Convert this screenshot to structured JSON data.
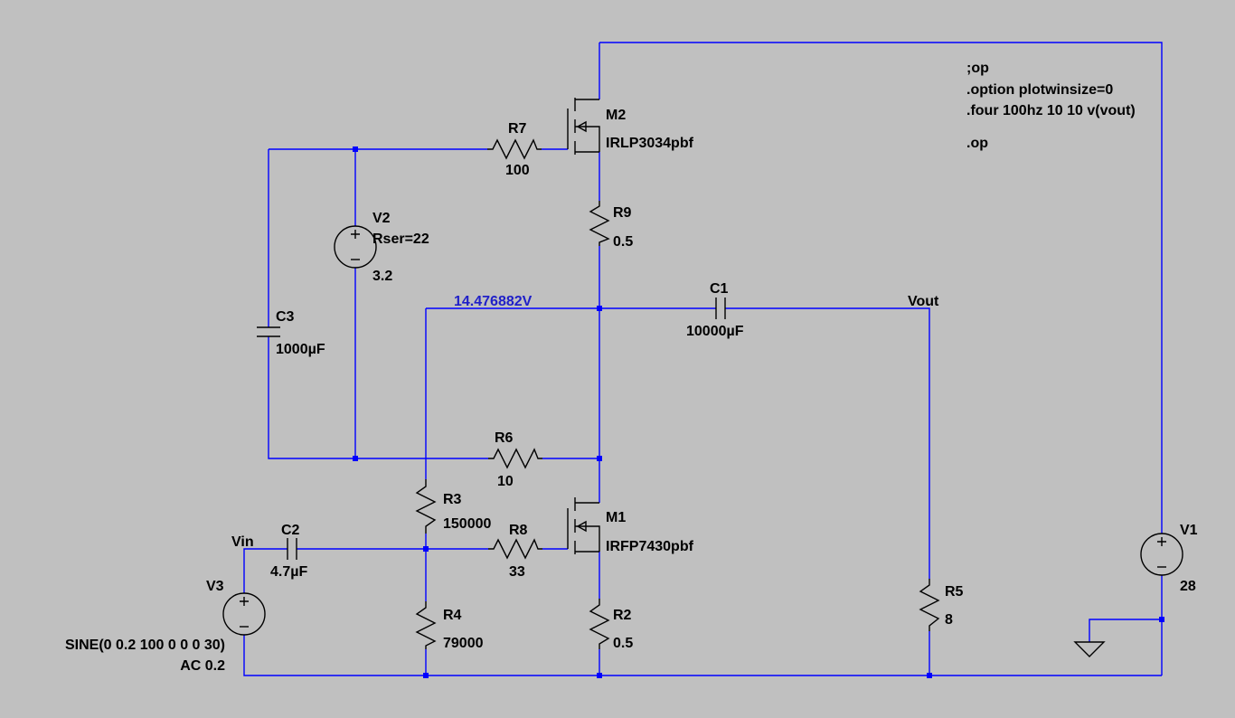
{
  "colors": {
    "background": "#c0c0c0",
    "wire": "#0000ff",
    "component": "#000000",
    "node_voltage": "#1f1fc8"
  },
  "directives": [
    ";op",
    ".option plotwinsize=0",
    ".four 100hz 10 10 v(vout)",
    ".op"
  ],
  "node_labels": {
    "vout": "Vout",
    "vin": "Vin",
    "node_voltage": "14.476882V"
  },
  "components": {
    "M1": {
      "name": "M1",
      "model": "IRFP7430pbf"
    },
    "M2": {
      "name": "M2",
      "model": "IRLP3034pbf"
    },
    "R2": {
      "name": "R2",
      "value": "0.5"
    },
    "R3": {
      "name": "R3",
      "value": "150000"
    },
    "R4": {
      "name": "R4",
      "value": "79000"
    },
    "R5": {
      "name": "R5",
      "value": "8"
    },
    "R6": {
      "name": "R6",
      "value": "10"
    },
    "R7": {
      "name": "R7",
      "value": "100"
    },
    "R8": {
      "name": "R8",
      "value": "33"
    },
    "R9": {
      "name": "R9",
      "value": "0.5"
    },
    "C1": {
      "name": "C1",
      "value": "10000µF"
    },
    "C2": {
      "name": "C2",
      "value": "4.7µF"
    },
    "C3": {
      "name": "C3",
      "value": "1000µF"
    },
    "V1": {
      "name": "V1",
      "value": "28"
    },
    "V2": {
      "name": "V2",
      "param": "Rser=22",
      "value": "3.2"
    },
    "V3": {
      "name": "V3",
      "value": "SINE(0 0.2 100 0 0 0 30)",
      "ac": "AC 0.2"
    }
  }
}
